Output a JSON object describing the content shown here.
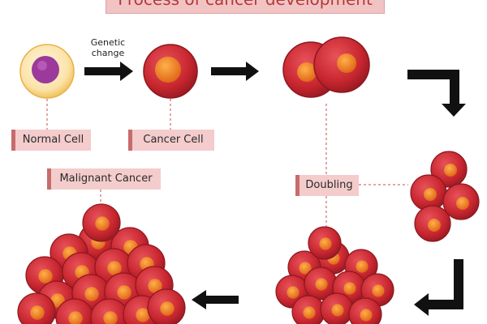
{
  "title": "Process of cancer development",
  "arrow_annotation": [
    "Genetic",
    "change"
  ],
  "labels": {
    "normal_cell": "Normal Cell",
    "cancer_cell": "Cancer Cell",
    "doubling": "Doubling",
    "malignant_cancer": "Malignant Cancer"
  },
  "colors": {
    "title_bg": "#f2c3c3",
    "title_text": "#b23a3a",
    "label_bg": "#f4cccc",
    "label_accent": "#c86b6b",
    "cell_red": "#c8262f",
    "nucleus_orange": "#f07a1e",
    "normal_cell_outer": "#f6d27a",
    "normal_nucleus": "#9b3a9a",
    "arrow": "#111111",
    "connector": "#d88a8a"
  },
  "icons": [
    "black-arrow-icon",
    "corner-arrow-icon",
    "cell-icon"
  ]
}
